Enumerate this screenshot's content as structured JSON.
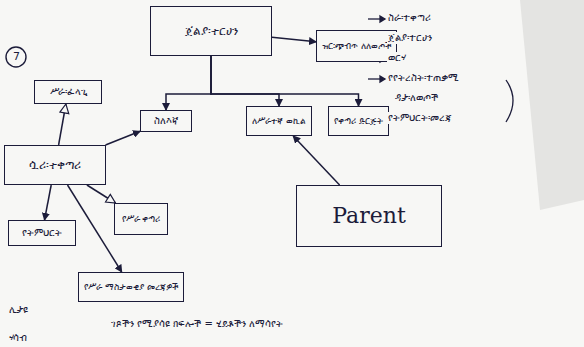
{
  "diagram": {
    "nodes": [
      {
        "text": [
          "ጀልያ፡ተርሀን"
        ]
      },
      {
        "text": [
          "ዝር፡ጭብጥ ለለወጦች"
        ]
      },
      {
        "text": [
          "ሥራ፡ፈላጊ"
        ]
      },
      {
        "text": [
          "ሷሪ፡ተቀጣሪ"
        ]
      },
      {
        "text": [
          "ስለእኛ"
        ]
      },
      {
        "text": [
          "ለሥራተኛ ወኪል"
        ]
      },
      {
        "text": [
          "የቀጣሪ ድርጅት"
        ]
      },
      {
        "text": [
          "የትምህርት"
        ]
      },
      {
        "text": [
          "የሥራ ቀጣሪ"
        ]
      },
      {
        "text": [
          "Parent"
        ]
      },
      {
        "text": [
          "የሥራ ማስታወቂያ መረጃዎች"
        ]
      }
    ],
    "edges": [
      {
        "from": 0,
        "to": 1,
        "arrow": "to"
      },
      {
        "from": 0,
        "to": 4,
        "arrow": "to"
      },
      {
        "from": 0,
        "to": 5,
        "arrow": "to"
      },
      {
        "from": 0,
        "to": 6,
        "arrow": "to"
      },
      {
        "from": 3,
        "to": 2,
        "arrow": "to"
      },
      {
        "from": 3,
        "to": 4,
        "arrow": "to"
      },
      {
        "from": 3,
        "to": 7,
        "arrow": "to"
      },
      {
        "from": 3,
        "to": 8,
        "arrow": "to"
      },
      {
        "from": 3,
        "to": 10,
        "arrow": "to"
      },
      {
        "from": 9,
        "to": 5,
        "arrow": "to"
      }
    ],
    "labels": [
      "7",
      "ስራ፡ተቀጣሪ",
      "ጀልያ፡ተርሀን",
      "ወርሃ",
      "የየትረስት፡ተጠቃሚ",
      "ዳታ፡ለወጦች",
      "የትምህርት፡መረጃ",
      "ሊታዩ",
      "ገጾችን የሚያሳዩ ክፍሎች = ሂደቶችን ለማሳየት",
      "ሃሳብ"
    ]
  }
}
